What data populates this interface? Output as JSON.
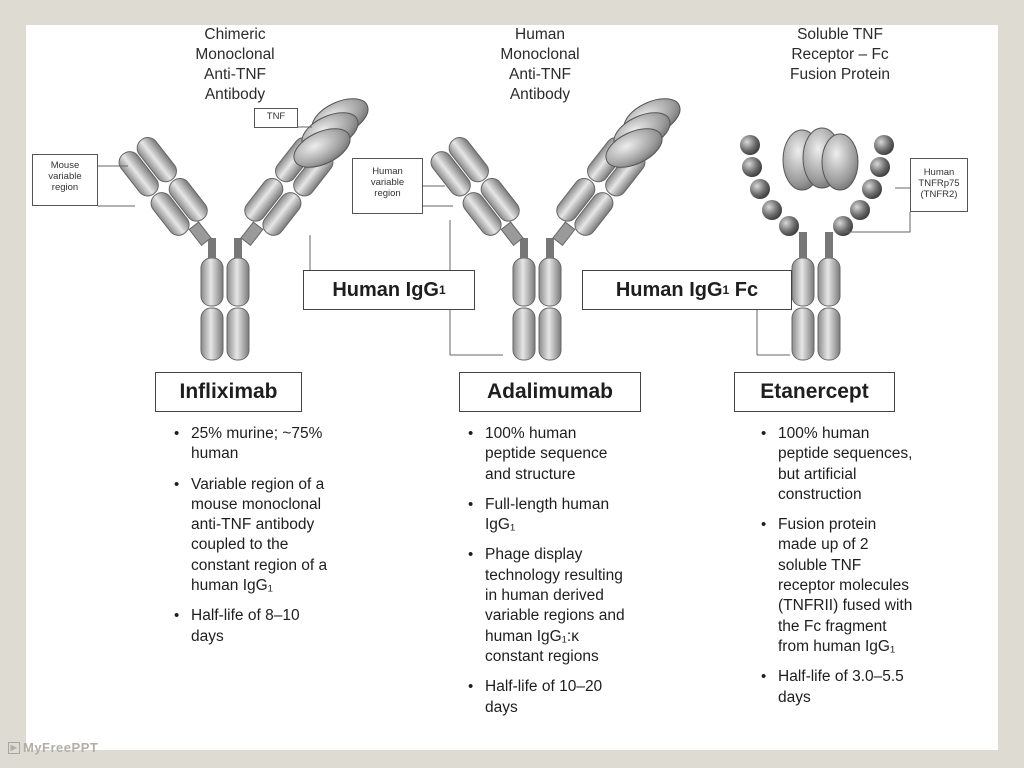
{
  "headers": {
    "left": [
      "Chimeric",
      "Monoclonal",
      "Anti-TNF",
      "Antibody"
    ],
    "center": [
      "Human",
      "Monoclonal",
      "Anti-TNF",
      "Antibody"
    ],
    "right": [
      "Soluble TNF",
      "Receptor – Fc",
      "Fusion Protein"
    ]
  },
  "labels": {
    "tnf": "TNF",
    "mouse_variable": [
      "Mouse",
      "variable",
      "region"
    ],
    "human_variable": [
      "Human",
      "variable",
      "region"
    ],
    "tnfr": [
      "Human",
      "TNFRp75",
      "(TNFR2)"
    ],
    "human_igg_main": "Human IgG",
    "human_igg_sub": "1",
    "human_igg_fc_main": "Human IgG",
    "human_igg_fc_sub": "1",
    "human_igg_fc_tail": " Fc"
  },
  "drugs": {
    "left": "Infliximab",
    "center": "Adalimumab",
    "right": "Etanercept"
  },
  "bullets": {
    "left": [
      [
        "25% murine; ~75%",
        "human"
      ],
      [
        "Variable region of a",
        "mouse monoclonal",
        "anti-TNF antibody",
        "coupled to the",
        "constant region of a",
        "human IgG₁"
      ],
      [
        "Half-life of 8–10",
        "days"
      ]
    ],
    "center": [
      [
        "100% human",
        "peptide sequence",
        "and structure"
      ],
      [
        "Full-length human",
        "IgG₁"
      ],
      [
        "Phage display",
        "technology resulting",
        "in human derived",
        "variable regions and",
        "human IgG₁:κ",
        "constant regions"
      ],
      [
        "Half-life of 10–20",
        "days"
      ]
    ],
    "right": [
      [
        "100% human",
        "peptide sequences,",
        "but artificial",
        "construction"
      ],
      [
        "Fusion protein",
        "made up of 2",
        "soluble TNF",
        "receptor molecules",
        "(TNFRII) fused with",
        "the Fc fragment",
        "from human IgG₁"
      ],
      [
        "Half-life of 3.0–5.5",
        "days"
      ]
    ]
  },
  "watermark": "MyFreePPT"
}
